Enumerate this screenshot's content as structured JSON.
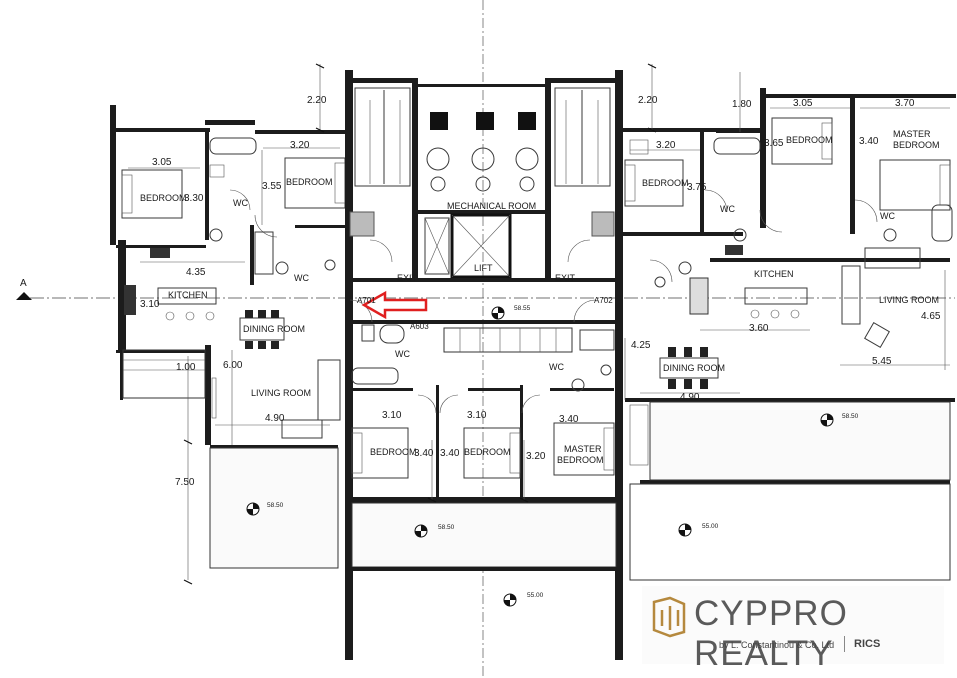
{
  "plan": {
    "section_marker": "A",
    "rooms": {
      "bedroom_l1": "BEDROOM",
      "bedroom_l2": "BEDROOM",
      "wc_l1": "WC",
      "kitchen_l": "KITCHEN",
      "dining_l": "DINING ROOM",
      "wc_l2": "WC",
      "living_l": "LIVING ROOM",
      "mechanical": "MECHANICAL ROOM",
      "lift": "LIFT",
      "exit_l": "EXIT",
      "exit_r": "EXIT",
      "bedroom_r1": "BEDROOM",
      "wc_r1": "WC",
      "bedroom_r2": "BEDROOM",
      "master_r_line1": "MASTER",
      "master_r_line2": "BEDROOM",
      "wc_r2": "WC",
      "kitchen_r": "KITCHEN",
      "living_r": "LIVING ROOM",
      "dining_r": "DINING ROOM",
      "wc_c1": "WC",
      "wc_c2": "WC",
      "bedroom_c1": "BEDROOM",
      "bedroom_c2": "BEDROOM",
      "master_c_line1": "MASTER",
      "master_c_line2": "BEDROOM"
    },
    "doors": {
      "a701": "A701",
      "a702": "A702",
      "a603": "A603"
    },
    "dimensions": {
      "d_220_l": "2.20",
      "d_305_l": "3.05",
      "d_320_l": "3.20",
      "d_330_l": "3.30",
      "d_355_l": "3.55",
      "d_435_l": "4.35",
      "d_310_l": "3.10",
      "d_100_l": "1.00",
      "d_600_l": "6.00",
      "d_490_l": "4.90",
      "d_750_l": "7.50",
      "d_220_r": "2.20",
      "d_180_r": "1.80",
      "d_305_r": "3.05",
      "d_370_r": "3.70",
      "d_320_r": "3.20",
      "d_365_r": "3.65",
      "d_340_r": "3.40",
      "d_375_r": "3.75",
      "d_360_r": "3.60",
      "d_465_r": "4.65",
      "d_425_r": "4.25",
      "d_545_r": "5.45",
      "d_490_r": "4.90",
      "d_310_c1": "3.10",
      "d_310_c2": "3.10",
      "d_340_c1": "3.40",
      "d_340_c2": "3.40",
      "d_340_c3": "3.40",
      "d_320_c": "3.20"
    },
    "levels": {
      "l_5855": "58.55",
      "l_5850_r": "58.50",
      "l_5850_l": "58.50",
      "l_5850_c": "58.50",
      "l_5500_r": "55.00",
      "l_5500_c": "55.00"
    },
    "highlight_arrow_color": "#e02020"
  },
  "logo": {
    "brand": "CYPPRO REALTY",
    "subtitle": "by L. Constantinou & Co. Ltd",
    "rics": "RICS"
  }
}
